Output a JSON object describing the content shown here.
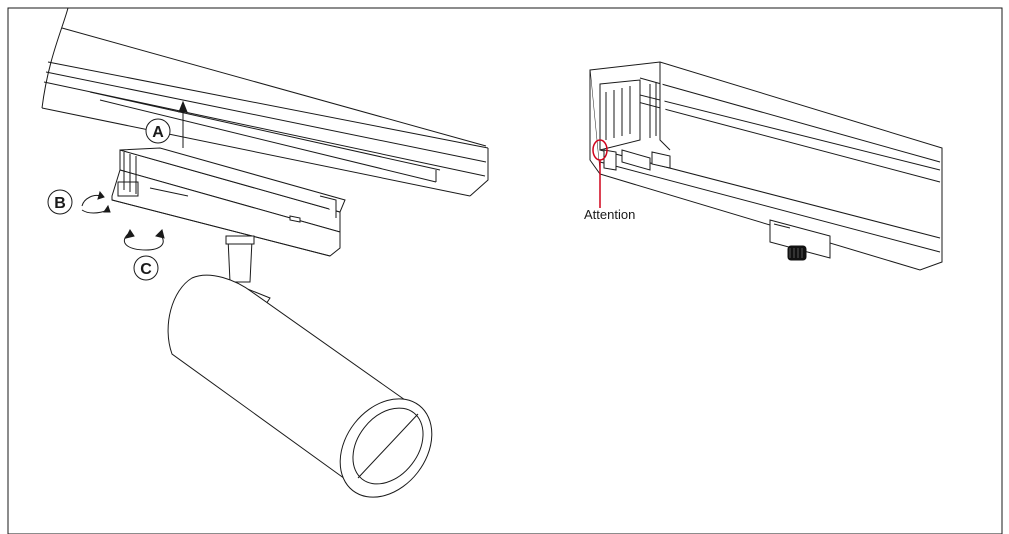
{
  "labels": {
    "a": "A",
    "b": "B",
    "c": "C",
    "attention": "Attention"
  },
  "colors": {
    "line": "#1a1a1a",
    "attention_mark": "#d0021b",
    "knob": "#111111",
    "background": "#ffffff"
  }
}
